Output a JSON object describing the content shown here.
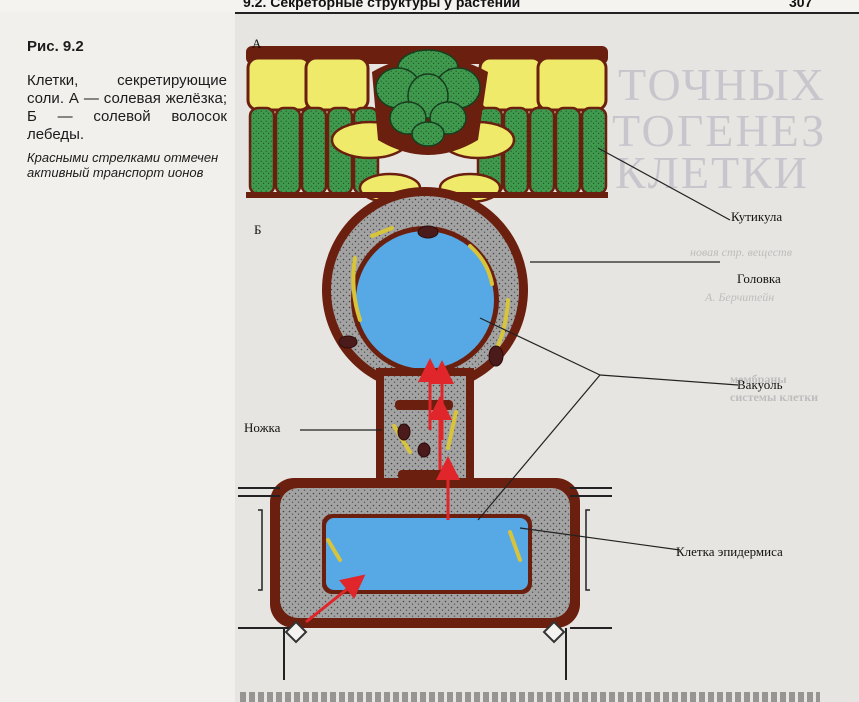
{
  "header": {
    "title": "9.2. Секреторные структуры у растений",
    "page_number": "307"
  },
  "caption": {
    "figure_label": "Рис. 9.2",
    "text": "Клетки, секретирующие соли. А — солевая желёзка; Б — солевой волосок лебеды.",
    "note": "Красными стрелками отмечен активный транспорт ионов"
  },
  "diagram": {
    "panel_a": "А",
    "panel_b": "Б",
    "labels": {
      "cuticle": "Кутикула",
      "head": "Головка",
      "vacuole": "Вакуоль",
      "stalk": "Ножка",
      "epidermal_cell": "Клетка эпидермиса"
    }
  },
  "colors": {
    "cell_wall": "#6b1f0e",
    "mesophyll_yellow": "#f0ea6b",
    "chloroplast_green": "#3f9a4e",
    "cytoplasm_gray": "#9a9a9a",
    "vacuole_blue": "#56a9e4",
    "active_transport_arrow": "#e0262a"
  },
  "background_text": {
    "heading_1": "ТОЧНЫХ",
    "heading_2": "ТОГЕНЕЗ",
    "heading_3": "КЛЕТКИ",
    "right_1": "новая стр. веществ",
    "right_2": "А. Берчитейн",
    "right_3": "мембраны",
    "right_4": "системы клетки"
  }
}
